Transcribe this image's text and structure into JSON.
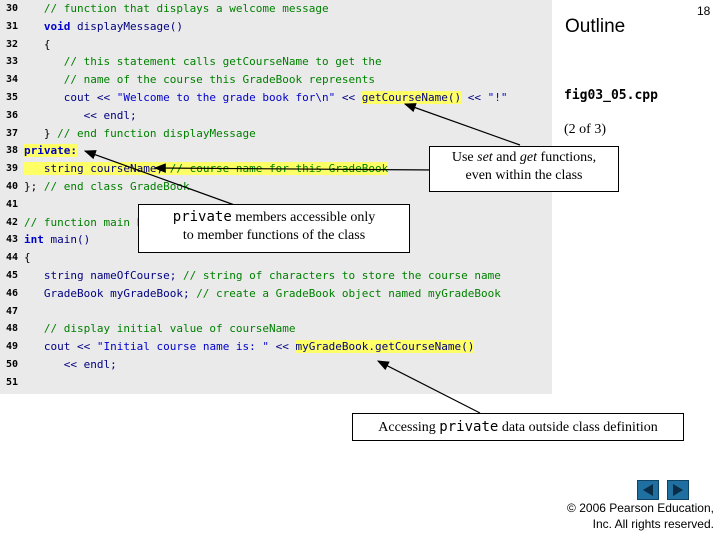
{
  "header": {
    "outline": "Outline",
    "page_number": "18",
    "figure_name": "fig03_05.cpp",
    "page_count": "(2 of 3)"
  },
  "code": [
    {
      "ln": "30",
      "segs": [
        {
          "t": "   // function that displays a welcome message",
          "c": "cm"
        }
      ]
    },
    {
      "ln": "31",
      "segs": [
        {
          "t": "   ",
          "c": ""
        },
        {
          "t": "void",
          "c": "kw"
        },
        {
          "t": " displayMessage()",
          "c": "id"
        }
      ]
    },
    {
      "ln": "32",
      "segs": [
        {
          "t": "   {",
          "c": ""
        }
      ]
    },
    {
      "ln": "33",
      "segs": [
        {
          "t": "      // this statement calls getCourseName to get the",
          "c": "cm"
        }
      ]
    },
    {
      "ln": "34",
      "segs": [
        {
          "t": "      // name of the course this GradeBook represents",
          "c": "cm"
        }
      ]
    },
    {
      "ln": "35",
      "segs": [
        {
          "t": "      cout << ",
          "c": "id"
        },
        {
          "t": "\"Welcome to the grade book for\\n\"",
          "c": "st"
        },
        {
          "t": " << ",
          "c": "id"
        },
        {
          "t": "getCourseName()",
          "c": "id hl"
        },
        {
          "t": " << ",
          "c": "id"
        },
        {
          "t": "\"!\"",
          "c": "st"
        }
      ]
    },
    {
      "ln": "36",
      "segs": [
        {
          "t": "         << endl;",
          "c": "id"
        }
      ]
    },
    {
      "ln": "37",
      "segs": [
        {
          "t": "   } ",
          "c": ""
        },
        {
          "t": "// end function displayMessage",
          "c": "cm"
        }
      ]
    },
    {
      "ln": "38",
      "segs": [
        {
          "t": "private:",
          "c": "kw hl"
        }
      ]
    },
    {
      "ln": "39",
      "segs": [
        {
          "t": "   string courseName; ",
          "c": "id hl"
        },
        {
          "t": "// course name for this GradeBook",
          "c": "cm hl"
        }
      ]
    },
    {
      "ln": "40",
      "segs": [
        {
          "t": "}; ",
          "c": ""
        },
        {
          "t": "// end class GradeBook",
          "c": "cm"
        }
      ]
    },
    {
      "ln": "41",
      "segs": [
        {
          "t": "",
          "c": ""
        }
      ]
    },
    {
      "ln": "42",
      "segs": [
        {
          "t": "// function main b",
          "c": "cm"
        }
      ]
    },
    {
      "ln": "43",
      "segs": [
        {
          "t": "int",
          "c": "kw"
        },
        {
          "t": " main()",
          "c": "id"
        }
      ]
    },
    {
      "ln": "44",
      "segs": [
        {
          "t": "{",
          "c": ""
        }
      ]
    },
    {
      "ln": "45",
      "segs": [
        {
          "t": "   string nameOfCourse; ",
          "c": "id"
        },
        {
          "t": "// string of characters to store the course name",
          "c": "cm"
        }
      ]
    },
    {
      "ln": "46",
      "segs": [
        {
          "t": "   GradeBook myGradeBook; ",
          "c": "id"
        },
        {
          "t": "// create a GradeBook object named myGradeBook",
          "c": "cm"
        }
      ]
    },
    {
      "ln": "47",
      "segs": [
        {
          "t": "",
          "c": ""
        }
      ]
    },
    {
      "ln": "48",
      "segs": [
        {
          "t": "   // display initial value of courseName",
          "c": "cm"
        }
      ]
    },
    {
      "ln": "49",
      "segs": [
        {
          "t": "   cout << ",
          "c": "id"
        },
        {
          "t": "\"Initial course name is: \"",
          "c": "st"
        },
        {
          "t": " << ",
          "c": "id"
        },
        {
          "t": "myGradeBook.getCourseName()",
          "c": "id hl"
        }
      ]
    },
    {
      "ln": "50",
      "segs": [
        {
          "t": "      << endl;",
          "c": "id"
        }
      ]
    },
    {
      "ln": "51",
      "segs": [
        {
          "t": "",
          "c": ""
        }
      ]
    }
  ],
  "callouts": {
    "set_get": {
      "pre": "Use ",
      "set": "set",
      "mid": " and ",
      "get": "get",
      "post": " functions,",
      "line2": "even within the class"
    },
    "private_members": {
      "kw": "private",
      "line1": " members accessible only",
      "line2": "to member functions of the class"
    },
    "accessing": {
      "pre": "Accessing ",
      "kw": "private",
      "post": " data outside class definition"
    }
  },
  "footer": {
    "copyright_line1": "© 2006 Pearson Education,",
    "copyright_line2": "Inc.  All rights reserved."
  },
  "colors": {
    "highlight": "#ffff66",
    "code_bg": "#eaeaea",
    "nav": "#1f6fa0"
  },
  "icons": {
    "prev": "left-triangle",
    "next": "right-triangle"
  }
}
